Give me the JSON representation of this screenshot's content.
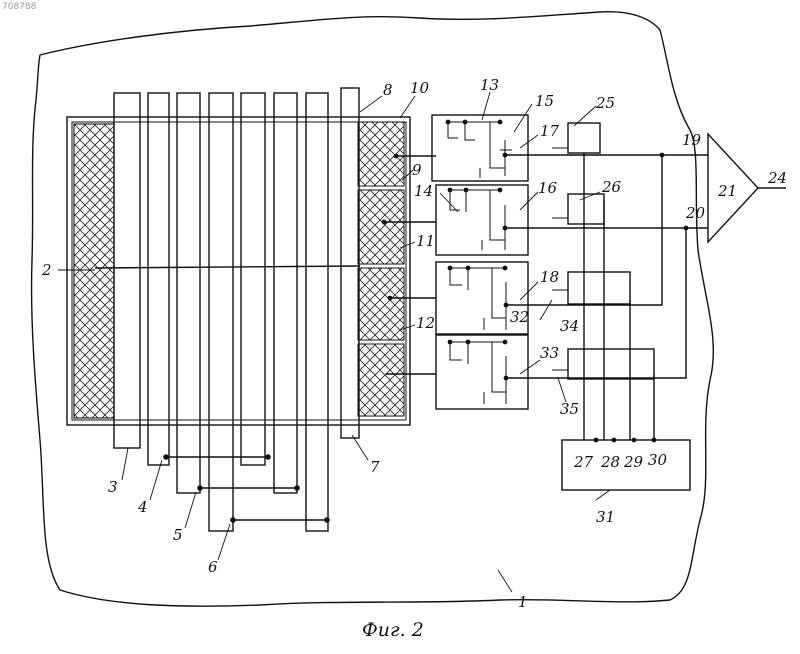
{
  "watermark": "708788",
  "caption": "Фиг. 2",
  "labels": {
    "n1": "1",
    "n2": "2",
    "n3": "3",
    "n4": "4",
    "n5": "5",
    "n6": "6",
    "n7": "7",
    "n8": "8",
    "n9": "9",
    "n10": "10",
    "n11": "11",
    "n12": "12",
    "n13": "13",
    "n14": "14",
    "n15": "15",
    "n16": "16",
    "n17": "17",
    "n18": "18",
    "n19": "19",
    "n20": "20",
    "n21": "21",
    "n24": "24",
    "n25": "25",
    "n26": "26",
    "n27": "27",
    "n28": "28",
    "n29": "29",
    "n30": "30",
    "n31": "31",
    "n32": "32",
    "n33": "33",
    "n34": "34",
    "n35": "35"
  }
}
